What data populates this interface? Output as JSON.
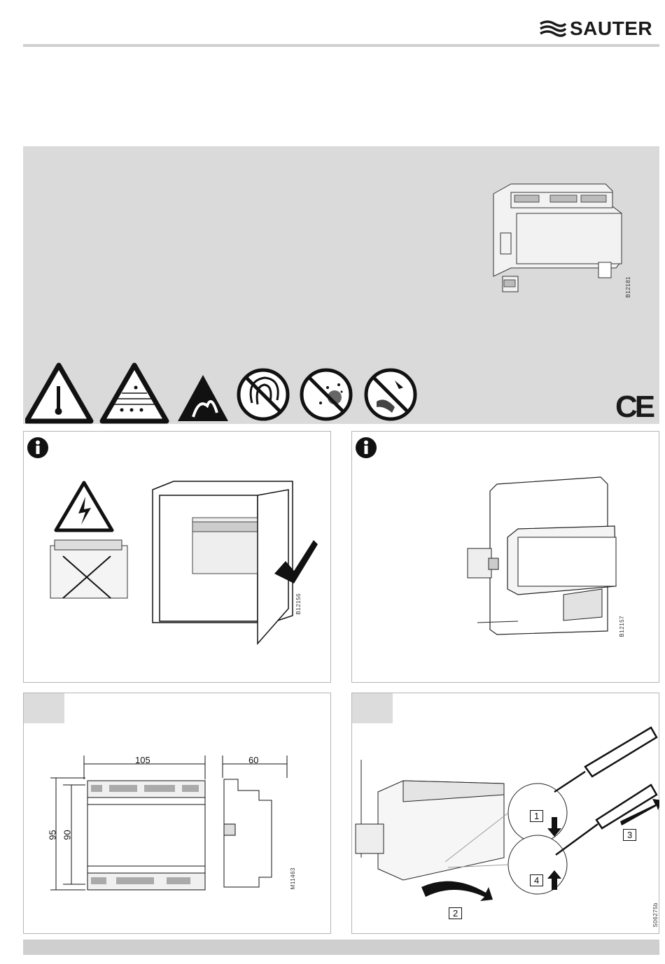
{
  "header": {
    "brand": "SAUTER"
  },
  "product_panel": {
    "image_code": "B12181"
  },
  "warning_icons": [
    "temperature-warning-icon",
    "moisture-warning-icon",
    "esd-warning-icon",
    "no-magnetic-field-icon",
    "no-dust-icon",
    "no-impact-icon"
  ],
  "ce_mark": "CE",
  "box_cabinet": {
    "image_code": "B12156"
  },
  "box_rail": {
    "image_code": "B12157"
  },
  "box_dimensions": {
    "image_code": "M11463",
    "width": "105",
    "depth": "60",
    "height_outer": "95",
    "height_inner": "90"
  },
  "box_removal": {
    "image_code": "S06275b",
    "steps": [
      "1",
      "2",
      "3",
      "4"
    ]
  },
  "colors": {
    "panel": "#dadada",
    "border": "#b5b5b5",
    "rule": "#cfcfcf"
  }
}
